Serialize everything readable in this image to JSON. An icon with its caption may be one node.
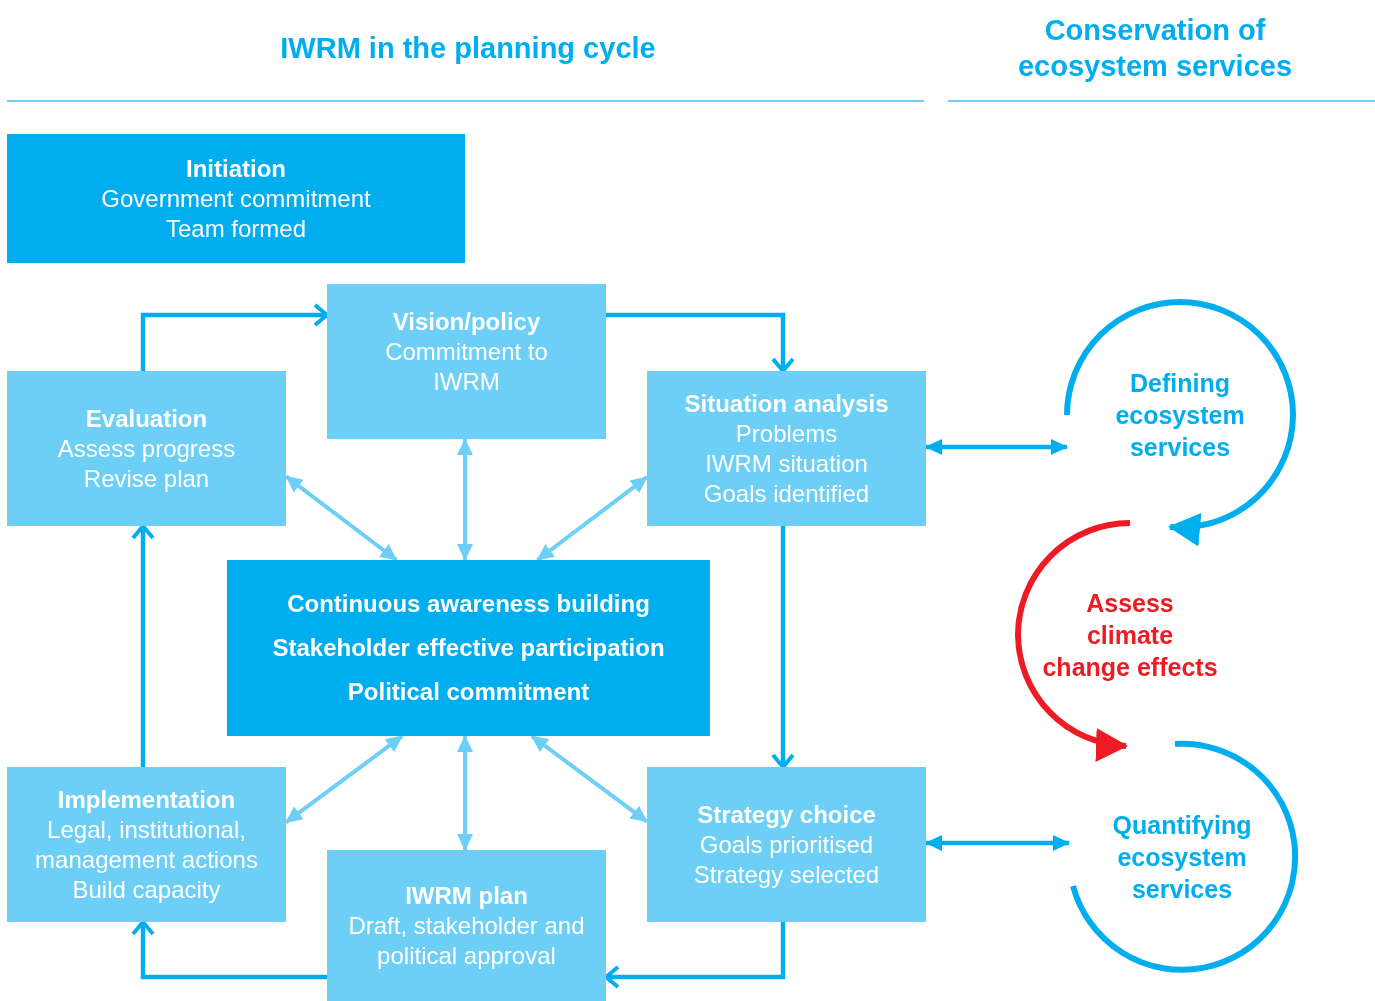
{
  "diagram": {
    "nodes": [
      {
        "text": [
          "Initiation",
          "Government commitment",
          "Team formed"
        ]
      },
      {
        "text": [
          "Vision/policy",
          "Commitment to IWRM"
        ]
      },
      {
        "text": [
          "Evaluation",
          "Assess progress",
          "Revise plan"
        ]
      },
      {
        "text": [
          "Situation analysis",
          "Problems",
          "IWRM situation",
          "Goals identified"
        ]
      },
      {
        "text": [
          "Continuous awareness building",
          "Stakeholder effective participation",
          "Political commitment"
        ]
      },
      {
        "text": [
          "Implementation",
          "Legal, institutional, management actions",
          "Build capacity"
        ]
      },
      {
        "text": [
          "IWRM plan",
          "Draft, stakeholder and political approval"
        ]
      },
      {
        "text": [
          "Strategy choice",
          "Goals prioritised",
          "Strategy selected"
        ]
      },
      {
        "text": [
          "Defining ecosystem services"
        ]
      },
      {
        "text": [
          "Assess climate change effects"
        ]
      },
      {
        "text": [
          "Quantifying ecosystem services"
        ]
      }
    ],
    "edges": [
      {
        "from": 2,
        "to": 1,
        "arrow": "to"
      },
      {
        "from": 1,
        "to": 3,
        "arrow": "to"
      },
      {
        "from": 3,
        "to": 7,
        "arrow": "to"
      },
      {
        "from": 7,
        "to": 6,
        "arrow": "to"
      },
      {
        "from": 6,
        "to": 5,
        "arrow": "to"
      },
      {
        "from": 5,
        "to": 2,
        "arrow": "to"
      },
      {
        "from": 4,
        "to": 2,
        "arrow": "both",
        "color": "#6dcff6"
      },
      {
        "from": 4,
        "to": 1,
        "arrow": "both",
        "color": "#6dcff6"
      },
      {
        "from": 4,
        "to": 3,
        "arrow": "both",
        "color": "#6dcff6"
      },
      {
        "from": 4,
        "to": 5,
        "arrow": "both",
        "color": "#6dcff6"
      },
      {
        "from": 4,
        "to": 6,
        "arrow": "both",
        "color": "#6dcff6"
      },
      {
        "from": 4,
        "to": 7,
        "arrow": "both",
        "color": "#6dcff6"
      },
      {
        "from": 3,
        "to": 8,
        "arrow": "both"
      },
      {
        "from": 7,
        "to": 10,
        "arrow": "both"
      },
      {
        "from": 8,
        "to": 9,
        "arrow": "to"
      },
      {
        "from": 9,
        "to": 10,
        "arrow": "to",
        "color": "#ed1c24"
      }
    ],
    "labels": [
      "IWRM in the planning cycle",
      "Conservation of ecosystem services"
    ]
  }
}
